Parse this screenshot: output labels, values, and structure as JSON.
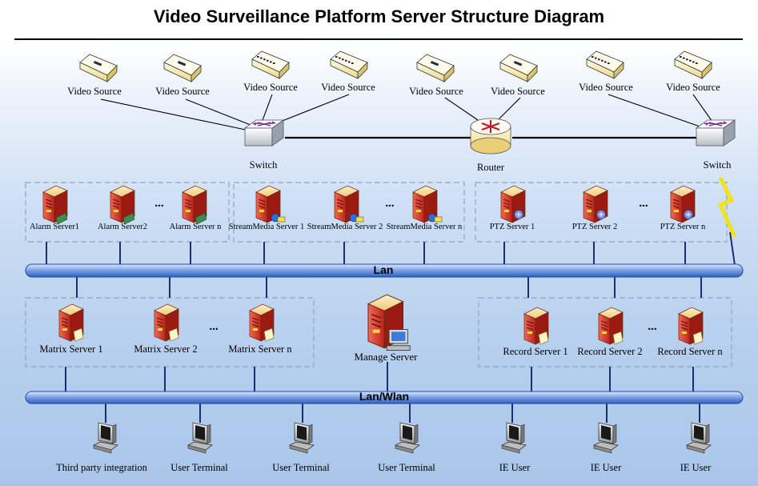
{
  "title": "Video Surveillance Platform Server Structure Diagram",
  "video_sources": [
    "Video Source",
    "Video Source",
    "Video Source",
    "Video Source",
    "Video Source",
    "Video Source",
    "Video Source",
    "Video Source"
  ],
  "network": {
    "switch_left": "Switch",
    "router": "Router",
    "switch_right": "Switch"
  },
  "alarm_servers": [
    "Alarm Server1",
    "Alarm Server2",
    "Alarm Server n"
  ],
  "stream_servers": [
    "StreamMedia Server 1",
    "StreamMedia Server 2",
    "StreamMedia Server n"
  ],
  "ptz_servers": [
    "PTZ Server 1",
    "PTZ Server 2",
    "PTZ Server n"
  ],
  "ellipsis": "...",
  "lan_label": "Lan",
  "matrix_servers": [
    "Matrix Server 1",
    "Matrix Server 2",
    "Matrix Server n"
  ],
  "manage_server": "Manage Server",
  "record_servers": [
    "Record Server 1",
    "Record Server 2",
    "Record Server n"
  ],
  "wlan_label": "Lan/Wlan",
  "clients": [
    "Third party integration",
    "User Terminal",
    "User Terminal",
    "User Terminal",
    "IE User",
    "IE User",
    "IE User"
  ],
  "colors": {
    "bus": "#2f66c8",
    "server": "#d63a2a",
    "link": "#1a2f7a"
  }
}
